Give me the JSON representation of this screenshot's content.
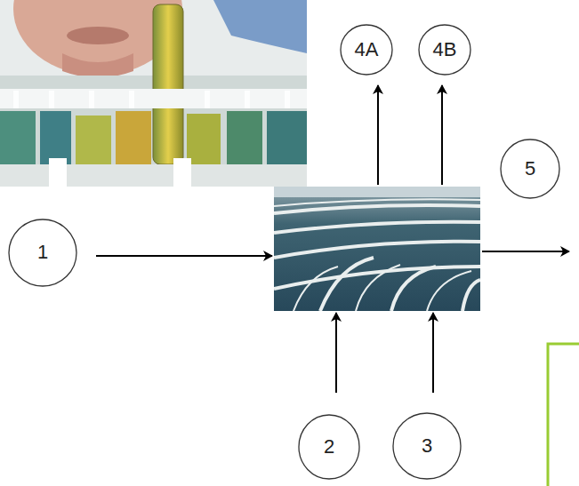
{
  "diagram": {
    "nodes": [
      {
        "text": [
          "4A"
        ]
      },
      {
        "text": [
          "4B"
        ]
      },
      {
        "text": [
          "5"
        ]
      },
      {
        "text": [
          "1"
        ]
      },
      {
        "text": [
          "2"
        ]
      },
      {
        "text": [
          "3"
        ]
      }
    ]
  }
}
